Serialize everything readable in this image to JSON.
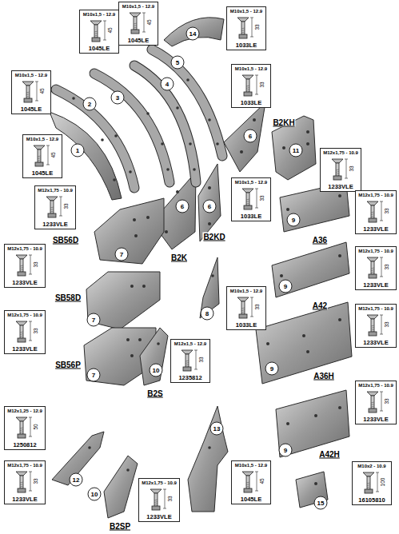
{
  "diagram": {
    "nodes": [
      {
        "text": [
          "M10x1,5 - 12.9",
          "45",
          "1045LE"
        ]
      },
      {
        "text": [
          "M10x1,5 - 12.9",
          "45",
          "1045LE"
        ]
      },
      {
        "text": [
          "M10x1,5 - 12.9",
          "45",
          "1045LE"
        ]
      },
      {
        "text": [
          "M10x1,5 - 12.9",
          "33",
          "1033LE"
        ]
      },
      {
        "text": [
          "M10x1,5 - 12.9",
          "33",
          "1033LE"
        ]
      },
      {
        "text": [
          "M10x1,5 - 12.9",
          "45",
          "1045LE"
        ]
      },
      {
        "text": [
          "M12x1,75 - 10.9",
          "33",
          "1233VLE"
        ]
      },
      {
        "text": [
          "M10x1,5 - 12.9",
          "33",
          "1033LE"
        ]
      },
      {
        "text": [
          "M12x1,75 - 10.9",
          "33",
          "1233VLE"
        ]
      },
      {
        "text": [
          "M12x1,75 - 10.9",
          "33",
          "1233VLE"
        ]
      },
      {
        "text": [
          "M12x1,75 - 10.9",
          "33",
          "1233VLE"
        ]
      },
      {
        "text": [
          "M12x1,75 - 10.9",
          "33",
          "1233VLE"
        ]
      },
      {
        "text": [
          "M10x1,5 - 12.9",
          "33",
          "1033LE"
        ]
      },
      {
        "text": [
          "M12x1,75 - 10.9",
          "33",
          "1233VLE"
        ]
      },
      {
        "text": [
          "M12x1,75 - 10.9",
          "33",
          "1233VLE"
        ]
      },
      {
        "text": [
          "M12x1,5 - 12.9",
          "33",
          "1235812"
        ]
      },
      {
        "text": [
          "M12x1,75 - 10.9",
          "33",
          "1233VLE"
        ]
      },
      {
        "text": [
          "M12x1,25 - 12.9",
          "50",
          "1250812"
        ]
      },
      {
        "text": [
          "M12x1,75 - 10.9",
          "33",
          "1233VLE"
        ]
      },
      {
        "text": [
          "M12x1,75 - 10.9",
          "33",
          "1233VLE"
        ]
      },
      {
        "text": [
          "M10x1,5 - 12.9",
          "45",
          "1045LE"
        ]
      },
      {
        "text": [
          "M10x2 - 10.9",
          "100",
          "16105810"
        ]
      }
    ],
    "labels": [
      "14",
      "5",
      "4",
      "3",
      "2",
      "1",
      "B2KH",
      "6",
      "11",
      "6",
      "B2KD",
      "6",
      "B2K",
      "SB56D",
      "7",
      "A36",
      "9",
      "SB58D",
      "7",
      "A42",
      "9",
      "8",
      "SB56P",
      "7",
      "A36H",
      "9",
      "10",
      "B2S",
      "A42H",
      "9",
      "12",
      "13",
      "10",
      "B2SP",
      "15"
    ]
  }
}
